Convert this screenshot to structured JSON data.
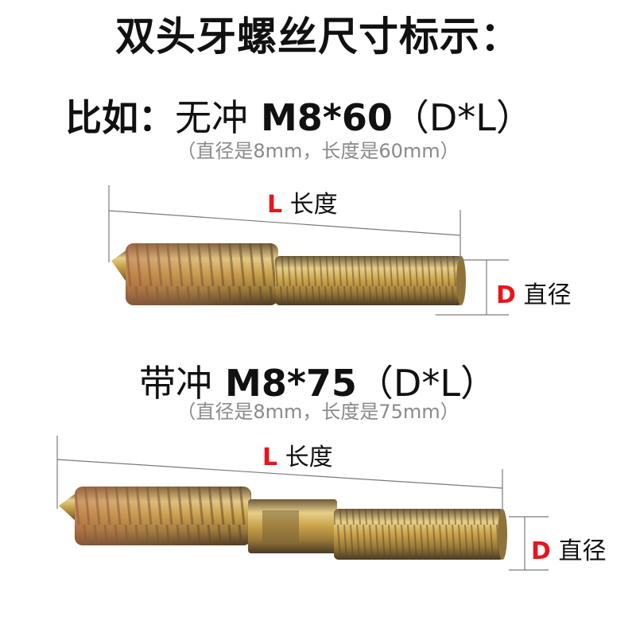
{
  "title": "双头牙螺丝尺寸标示：",
  "example1": {
    "prefix": "比如：",
    "type": "无冲",
    "spec": "M8*60",
    "format": "（D*L）",
    "note": "（直径是8mm，长度是60mm）",
    "length_letter": "L",
    "length_text": "长度",
    "diameter_letter": "D",
    "diameter_text": "直径"
  },
  "example2": {
    "type": "带冲",
    "spec": "M8*75",
    "format": "（D*L）",
    "note": "（直径是8mm，长度是75mm）",
    "length_letter": "L",
    "length_text": "长度",
    "diameter_letter": "D",
    "diameter_text": "直径"
  },
  "colors": {
    "accent_red": "#e8151b",
    "note_gray": "#8a8a8a",
    "dimension_line": "#7a7a7a",
    "screw_brass": "#c9a34a",
    "screw_rust": "#b86a4a"
  }
}
